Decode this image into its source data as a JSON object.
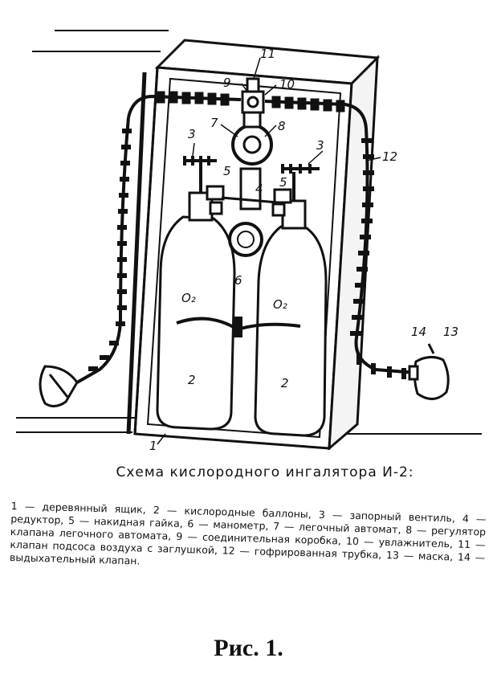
{
  "diagram": {
    "labels": {
      "n1": "1",
      "n2a": "2",
      "n2b": "2",
      "n3a": "3",
      "n3b": "3",
      "n4": "4",
      "n5a": "5",
      "n5b": "5",
      "n6": "6",
      "n7": "7",
      "n8": "8",
      "n9": "9",
      "n10": "10",
      "n11": "11",
      "n12": "12",
      "n13": "13",
      "n14": "14",
      "o2a": "O₂",
      "o2b": "O₂"
    }
  },
  "caption": "Схема кислородного ингалятора И-2:",
  "legend": "1 — деревянный ящик, 2 — кислородные баллоны, 3 — запорный вентиль, 4 — редуктор, 5 — накидная гайка, 6 — манометр, 7 — легочный автомат, 8 — регулятор клапана легочного автомата, 9 — соединительная коробка, 10 — увлажнитель, 11 — клапан подсоса воздуха с заглушкой, 12 — гофрированная трубка, 13 — маска, 14 — выдыхательный клапан.",
  "figure_number": "Рис. 1."
}
